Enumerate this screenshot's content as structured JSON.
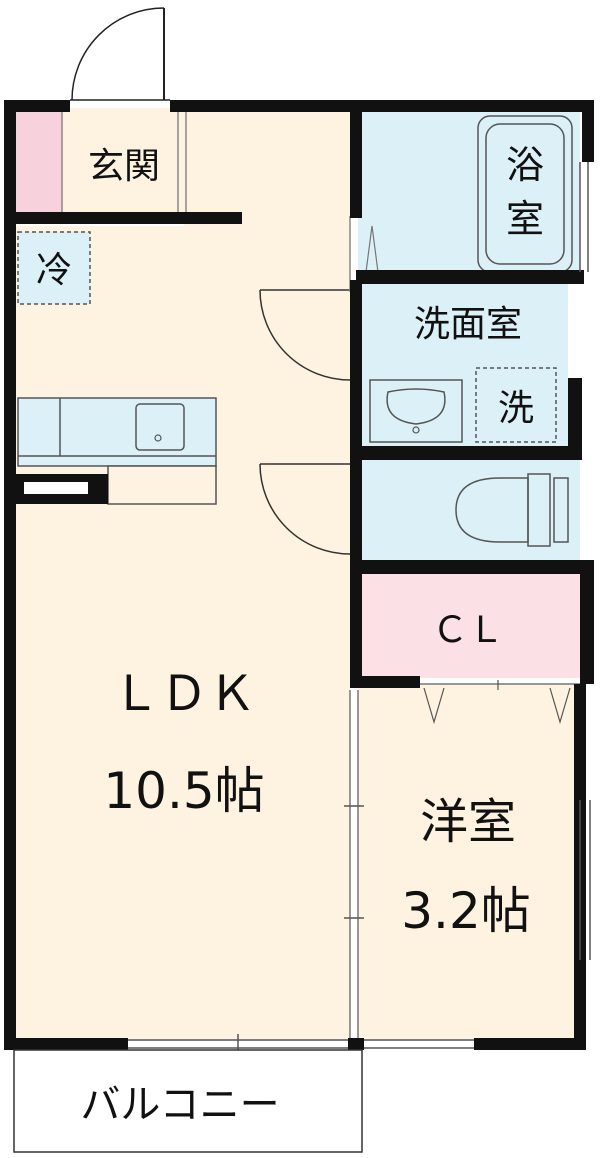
{
  "rooms": {
    "entrance": "玄関",
    "bath": "浴室",
    "bath_line1": "浴",
    "bath_line2": "室",
    "fridge": "冷",
    "washroom": "洗面室",
    "washer": "洗",
    "closet": "ＣＬ",
    "ldk_name": "ＬＤＫ",
    "ldk_size": "10.5帖",
    "western_name": "洋室",
    "western_size": "3.2帖",
    "balcony": "バルコニー"
  },
  "colors": {
    "wall": "#111111",
    "floor": "#fdf3e0",
    "wet_area": "#dcf0f7",
    "closet": "#fbe0e6",
    "entrance_accent": "#f7d2dc"
  }
}
